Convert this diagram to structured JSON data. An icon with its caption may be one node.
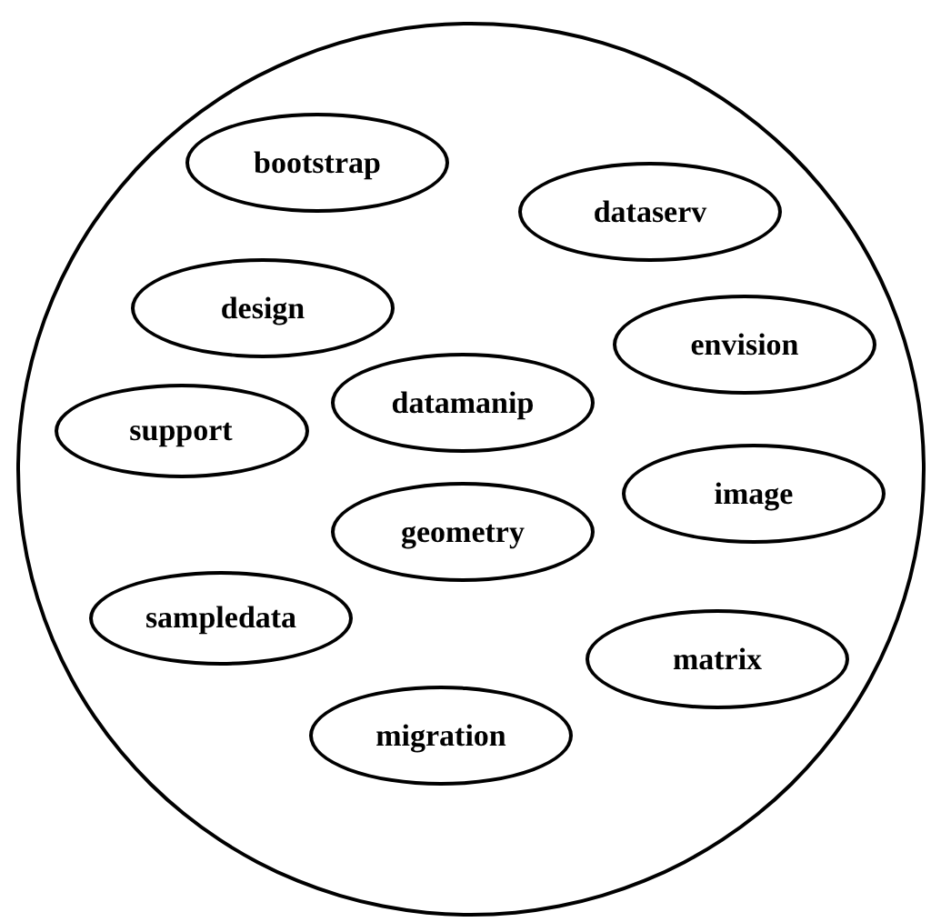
{
  "diagram": {
    "nodes": [
      {
        "text": [],
        "shape": "circle"
      },
      {
        "text": [
          "bootstrap"
        ],
        "in": 0
      },
      {
        "text": [
          "dataserv"
        ],
        "in": 0
      },
      {
        "text": [
          "design"
        ],
        "in": 0
      },
      {
        "text": [
          "envision"
        ],
        "in": 0
      },
      {
        "text": [
          "support"
        ],
        "in": 0
      },
      {
        "text": [
          "datamanip"
        ],
        "in": 0
      },
      {
        "text": [
          "image"
        ],
        "in": 0
      },
      {
        "text": [
          "geometry"
        ],
        "in": 0
      },
      {
        "text": [
          "sampledata"
        ],
        "in": 0
      },
      {
        "text": [
          "matrix"
        ],
        "in": 0
      },
      {
        "text": [
          "migration"
        ],
        "in": 0
      }
    ]
  }
}
